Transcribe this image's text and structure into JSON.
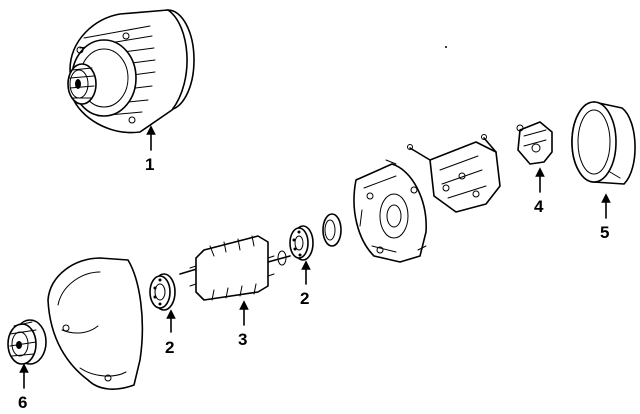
{
  "callouts": [
    {
      "id": "alternator-assembly",
      "label": "1"
    },
    {
      "id": "bearing-left",
      "label": "2"
    },
    {
      "id": "bearing-right",
      "label": "2"
    },
    {
      "id": "rotor",
      "label": "3"
    },
    {
      "id": "voltage-regulator",
      "label": "4"
    },
    {
      "id": "cover",
      "label": "5"
    },
    {
      "id": "pulley",
      "label": "6"
    }
  ],
  "colors": {
    "line": "#000000",
    "background": "#ffffff"
  }
}
